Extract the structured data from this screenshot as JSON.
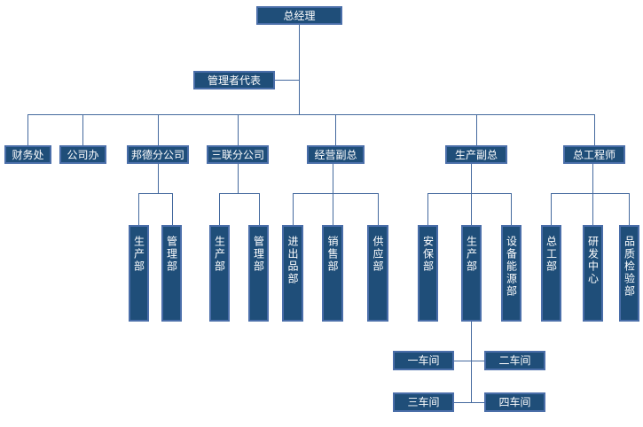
{
  "org": {
    "root": {
      "label": "总经理"
    },
    "representative": {
      "label": "管理者代表"
    },
    "branches": [
      {
        "label": "财务处",
        "children": []
      },
      {
        "label": "公司办",
        "children": []
      },
      {
        "label": "邦德分公司",
        "children": [
          {
            "label": "生产部"
          },
          {
            "label": "管理部"
          }
        ]
      },
      {
        "label": "三联分公司",
        "children": [
          {
            "label": "生产部"
          },
          {
            "label": "管理部"
          }
        ]
      },
      {
        "label": "经营副总",
        "children": [
          {
            "label": "进出品部"
          },
          {
            "label": "销售部"
          },
          {
            "label": "供应部"
          }
        ]
      },
      {
        "label": "生产副总",
        "children": [
          {
            "label": "安保部"
          },
          {
            "label": "生产部"
          },
          {
            "label": "设备能源部"
          }
        ]
      },
      {
        "label": "总工程师",
        "children": [
          {
            "label": "总工部"
          },
          {
            "label": "研发中心"
          },
          {
            "label": "品质检验部"
          }
        ]
      }
    ],
    "workshops": [
      {
        "label": "一车间"
      },
      {
        "label": "二车间"
      },
      {
        "label": "三车间"
      },
      {
        "label": "四车间"
      }
    ]
  },
  "colors": {
    "box_fill": "#1F4E79",
    "box_border": "#4A6EA9",
    "line": "#44699E",
    "text": "#FFFFFF",
    "background": "#FFFFFF"
  }
}
